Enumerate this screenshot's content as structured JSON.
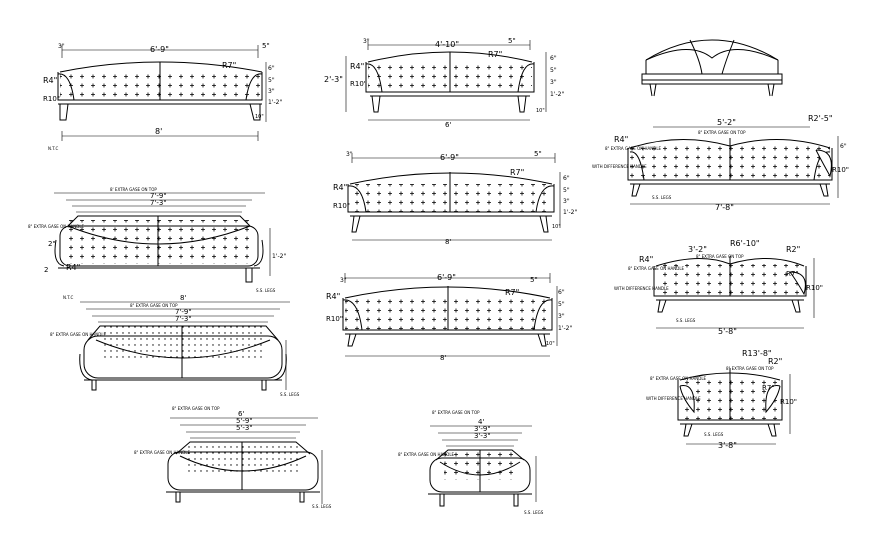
{
  "drawings": [
    {
      "id": "a",
      "width_dim": "6'-9\"",
      "side_dim": "5\"",
      "left_dim": "3\"",
      "overall_dim": "8'",
      "r_left": "R4\"",
      "r_right": "R7\"",
      "r_low": "R10\"",
      "side_dims": [
        "6\"",
        "5\"",
        "3\"",
        "1'-2\"",
        "10\""
      ],
      "note": "N.T.C"
    },
    {
      "id": "b",
      "width_dim": "4'-10\"",
      "side_dim": "5\"",
      "left_dim": "3\"",
      "overall_dim": "6'",
      "r_left": "R4\"",
      "r_right": "R7\"",
      "r_low": "R10\"",
      "height_dim": "2'-3\"",
      "side_dims": [
        "6\"",
        "5\"",
        "3\"",
        "1'-2\"",
        "10\""
      ]
    },
    {
      "id": "c",
      "width_dim": "6'-9\"",
      "side_dim": "5\"",
      "left_dim": "3\"",
      "overall_dim": "8'",
      "r_left": "R4\"",
      "r_right": "R7\"",
      "r_low": "R10\"",
      "side_dims": [
        "6\"",
        "5\"",
        "3\"",
        "1'-2\"",
        "10\""
      ]
    },
    {
      "id": "d",
      "width_dim": "6'-9\"",
      "side_dim": "5\"",
      "left_dim": "3\"",
      "overall_dim": "8'",
      "r_left": "R4\"",
      "r_right": "R7\"",
      "r_low": "R10\"",
      "side_dims": [
        "6\"",
        "5\"",
        "3\"",
        "1'-2\"",
        "10\""
      ]
    },
    {
      "id": "e",
      "dims": [
        "8' EXTRA GASE ON TOP",
        "7'-9\"",
        "7'-3\""
      ],
      "r_left": "R4\"",
      "left_note": "8\" EXTRA GASE ON HANDLE",
      "dim_2": "2\"",
      "leg_note": "S.S. LEGS",
      "h_dims": [
        "1'-2\""
      ]
    },
    {
      "id": "f",
      "dims": [
        "8'",
        "8\" EXTRA GASE ON TOP",
        "7'-9\"",
        "7'-3\""
      ],
      "left_note": "8\" EXTRA GASE ON HANDLE",
      "leg_note": "S.S. LEGS",
      "note": "N.T.C"
    },
    {
      "id": "g",
      "dims": [
        "6'",
        "8\" EXTRA GASE ON TOP",
        "5'-9\"",
        "5'-3\""
      ],
      "left_note": "8\" EXTRA GASE ON HANDLE",
      "leg_note": "S.S. LEGS"
    },
    {
      "id": "h",
      "dims": [
        "4'",
        "8\" EXTRA GASE ON TOP",
        "3'-9\"",
        "3'-3\""
      ],
      "left_note": "8\" EXTRA GASE ON HANDLE",
      "leg_note": "S.S. LEGS"
    },
    {
      "id": "i",
      "width_dim": "5'-2\"",
      "r_top": "R2'-5\"",
      "r_left": "R4\"",
      "top_note": "8\" EXTRA GASE ON TOP",
      "left_note": "8\" EXTRA GASE ON HANDLE",
      "side_note": "WITH DIFFERENCE HANDLE",
      "overall_dim": "7'-8\"",
      "leg_note": "S.S. LEGS",
      "r_right": "R10\"",
      "h": "6\""
    },
    {
      "id": "j",
      "width_dim": "3'-2\"",
      "r_top": "R6'-10\"",
      "r_top2": "R2\"",
      "r_left": "R4\"",
      "top_note": "8\" EXTRA GASE ON TOP",
      "left_note": "8\" EXTRA GASE ON HANDLE",
      "side_note": "WITH DIFFERENCE HANDLE",
      "overall_dim": "5'-8\"",
      "leg_note": "S.S. LEGS",
      "r_right": "R7\"",
      "r_low": "R10\""
    },
    {
      "id": "k",
      "r_top": "R13'-8\"",
      "r_top2": "R2\"",
      "top_note": "8\" EXTRA GASE ON TOP",
      "left_note": "8\" EXTRA GASE ON HANDLE",
      "side_note": "WITH DIFFERENCE HANDLE",
      "overall_dim": "3'-8\"",
      "leg_note": "S.S. LEGS",
      "r_right": "R7\"",
      "r_low": "R10\""
    }
  ]
}
